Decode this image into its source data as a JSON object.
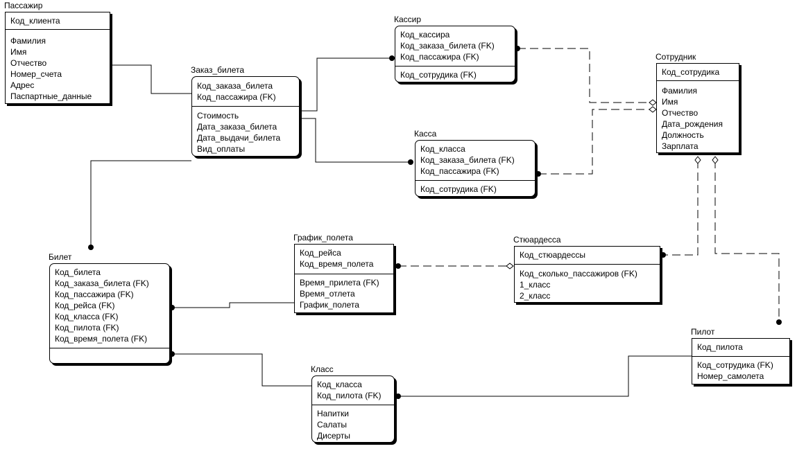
{
  "entities": {
    "passenger": {
      "name": "Пассажир",
      "keys": [
        "Код_клиента"
      ],
      "attrs": [
        "Фамилия",
        "Имя",
        "Отчество",
        "Номер_счета",
        "Адрес",
        "Паспартные_данные"
      ]
    },
    "order": {
      "name": "Заказ_билета",
      "keys": [
        "Код_заказа_билета",
        "Код_пассажира (FK)"
      ],
      "attrs": [
        "Стоимость",
        "Дата_заказа_билета",
        "Дата_выдачи_билета",
        "Вид_оплаты"
      ]
    },
    "cashier": {
      "name": "Кассир",
      "keys": [
        "Код_кассира",
        "Код_заказа_билета (FK)",
        "Код_пассажира (FK)"
      ],
      "attrs": [
        "Код_сотрудика (FK)"
      ]
    },
    "cashdesk": {
      "name": "Касса",
      "keys": [
        "Код_класса",
        "Код_заказа_билета (FK)",
        "Код_пассажира (FK)"
      ],
      "attrs": [
        "Код_сотрудика (FK)"
      ]
    },
    "employee": {
      "name": "Сотрудник",
      "keys": [
        "Код_сотрудика"
      ],
      "attrs": [
        "Фамилия",
        "Имя",
        "Отчество",
        "Дата_рождения",
        "Должность",
        "Зарплата"
      ]
    },
    "ticket": {
      "name": "Билет",
      "keys": [
        "Код_билета",
        "Код_заказа_билета (FK)",
        "Код_пассажира (FK)",
        "Код_рейса (FK)",
        "Код_класса (FK)",
        "Код_пилота (FK)",
        "Код_время_полета (FK)"
      ],
      "attrs": []
    },
    "schedule": {
      "name": "График_полета",
      "keys": [
        "Код_рейса",
        "Код_время_полета"
      ],
      "attrs": [
        "Время_прилета (FK)",
        "Время_отлета",
        "График_полета"
      ]
    },
    "stewardess": {
      "name": "Стюардесса",
      "keys": [
        "Код_стюардессы"
      ],
      "attrs": [
        "Код_сколько_пассажиров (FK)",
        "1_класс",
        "2_класс"
      ]
    },
    "pilot": {
      "name": "Пилот",
      "keys": [
        "Код_пилота"
      ],
      "attrs": [
        "Код_сотрудика (FK)",
        "Номер_самолета"
      ]
    },
    "class": {
      "name": "Класс",
      "keys": [
        "Код_класса",
        "Код_пилота (FK)"
      ],
      "attrs": [
        "Напитки",
        "Салаты",
        "Дисерты"
      ]
    }
  }
}
